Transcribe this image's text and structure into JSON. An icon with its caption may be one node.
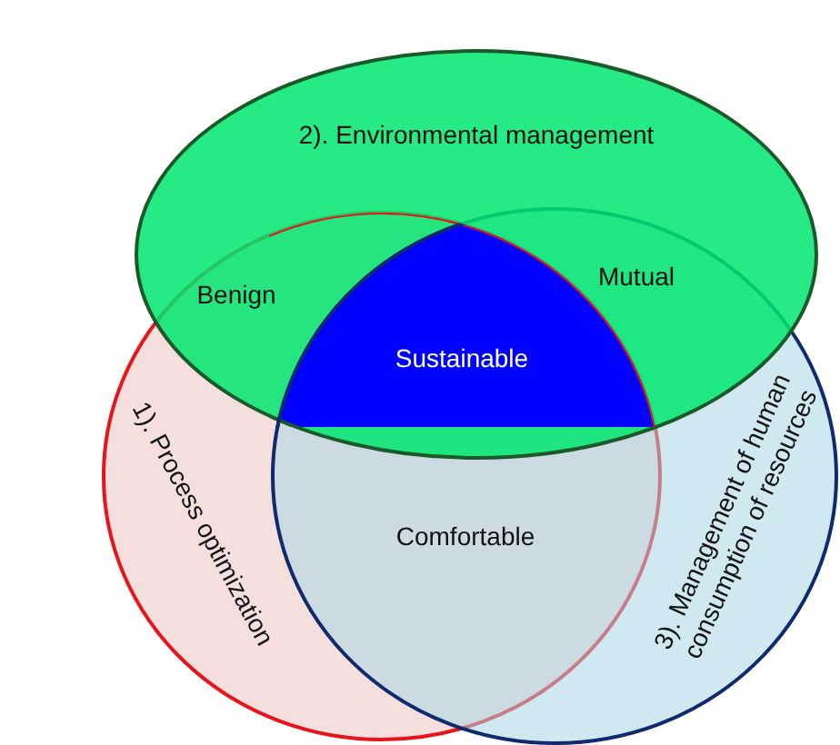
{
  "diagram": {
    "nodes": [
      {
        "text": [
          "2). Environmental management"
        ]
      },
      {
        "text": [
          "1). Process optimization"
        ]
      },
      {
        "text": [
          "3). Management of human consumption of resources"
        ]
      }
    ],
    "edges": [],
    "labels": [
      "Benign",
      "Mutual",
      "Sustainable",
      "Comfortable"
    ]
  }
}
